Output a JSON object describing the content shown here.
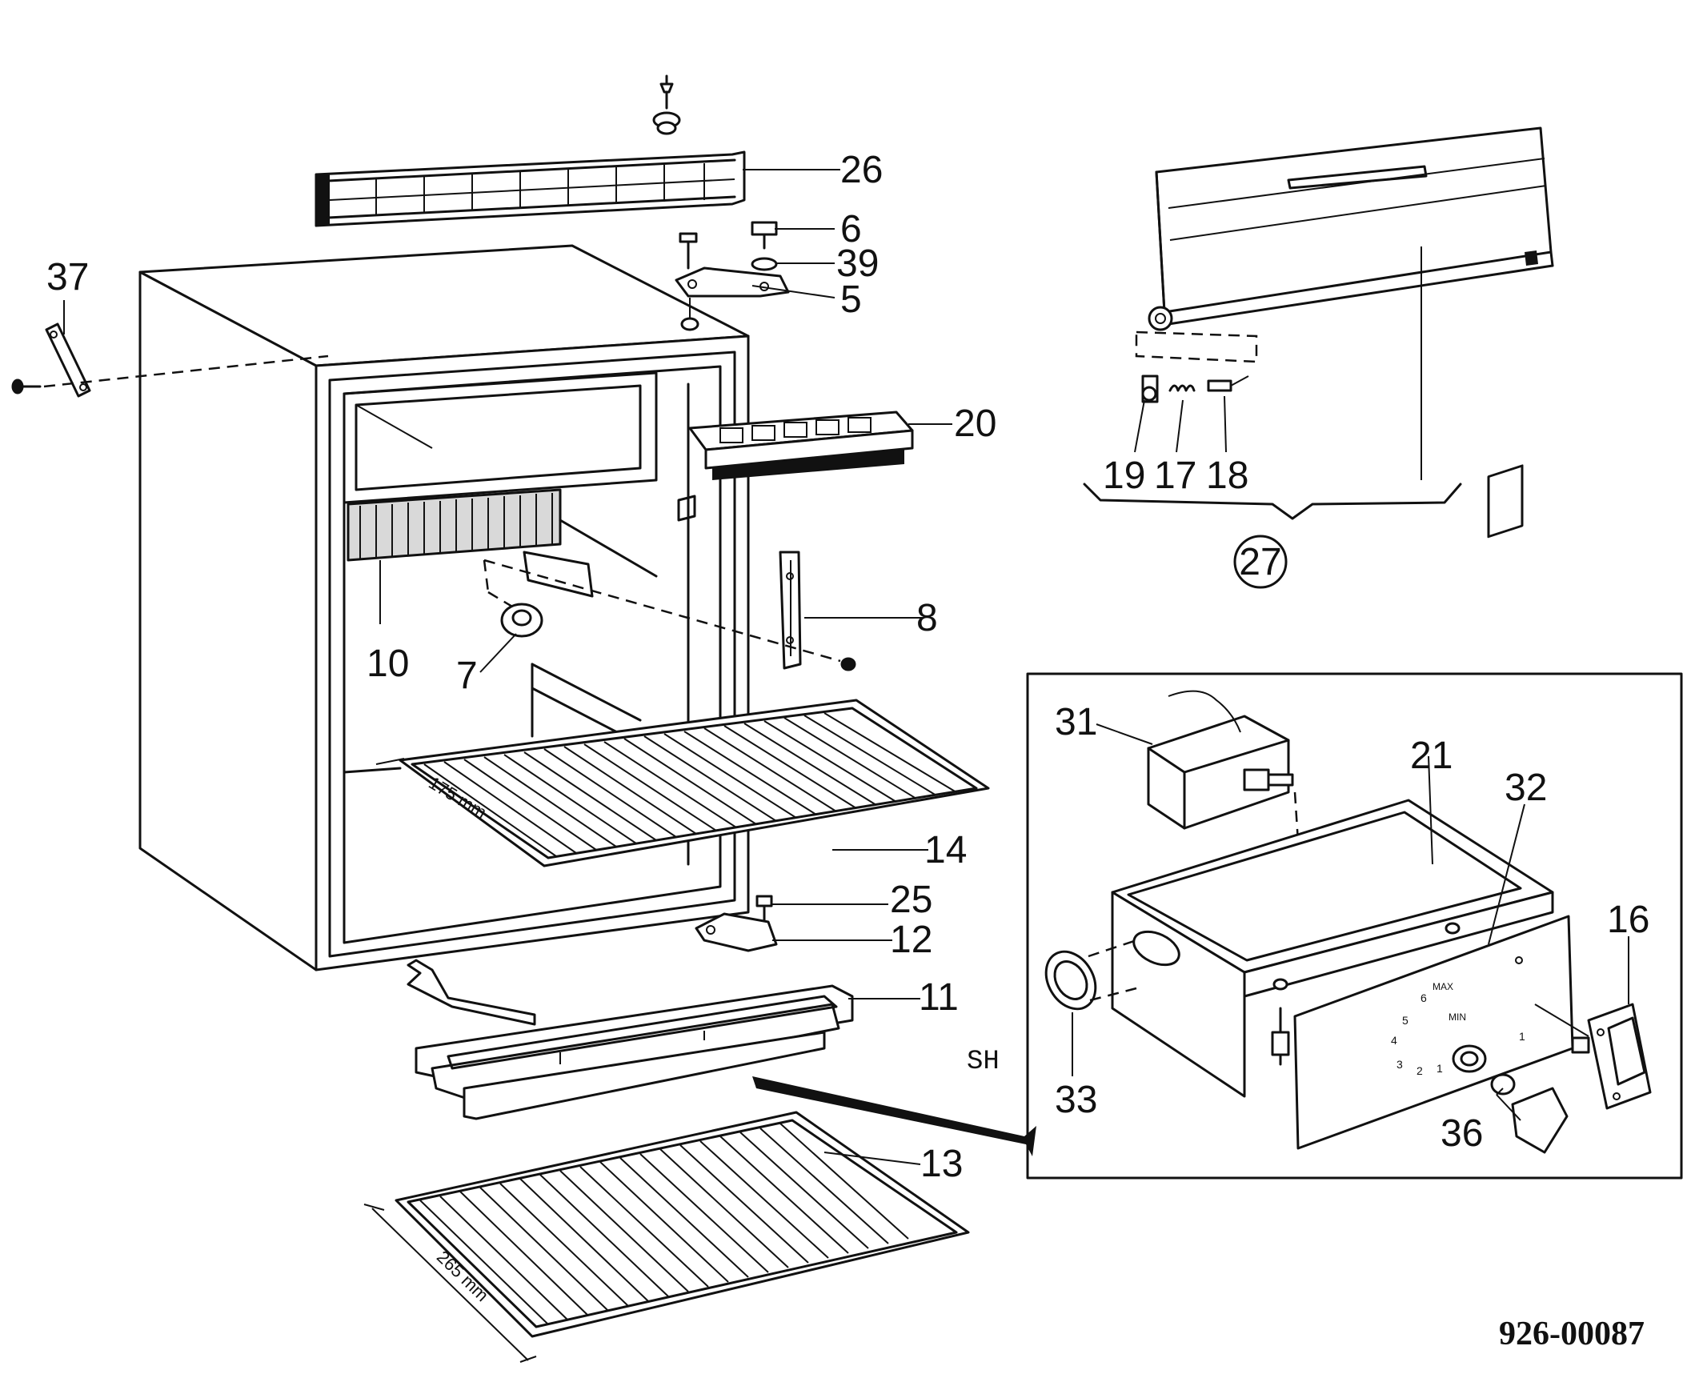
{
  "callouts": {
    "c26": "26",
    "c6": "6",
    "c39": "39",
    "c5": "5",
    "c37": "37",
    "c20": "20",
    "c19": "19",
    "c17": "17",
    "c18": "18",
    "c27": "27",
    "c8": "8",
    "c10": "10",
    "c7": "7",
    "c31": "31",
    "c21": "21",
    "c32": "32",
    "c14": "14",
    "c16": "16",
    "c25": "25",
    "c12": "12",
    "c11": "11",
    "c33": "33",
    "c36": "36",
    "c13": "13"
  },
  "measurements": {
    "upper_shelf": "175 mm",
    "lower_shelf": "265 mm"
  },
  "inset_label": "SH",
  "document_code": "926-00087",
  "panel_marks": {
    "max": "MAX",
    "min": "MIN",
    "n1": "1",
    "n2": "2",
    "n3": "3",
    "n4": "4",
    "n5": "5",
    "n6": "6",
    "switch": "1"
  }
}
